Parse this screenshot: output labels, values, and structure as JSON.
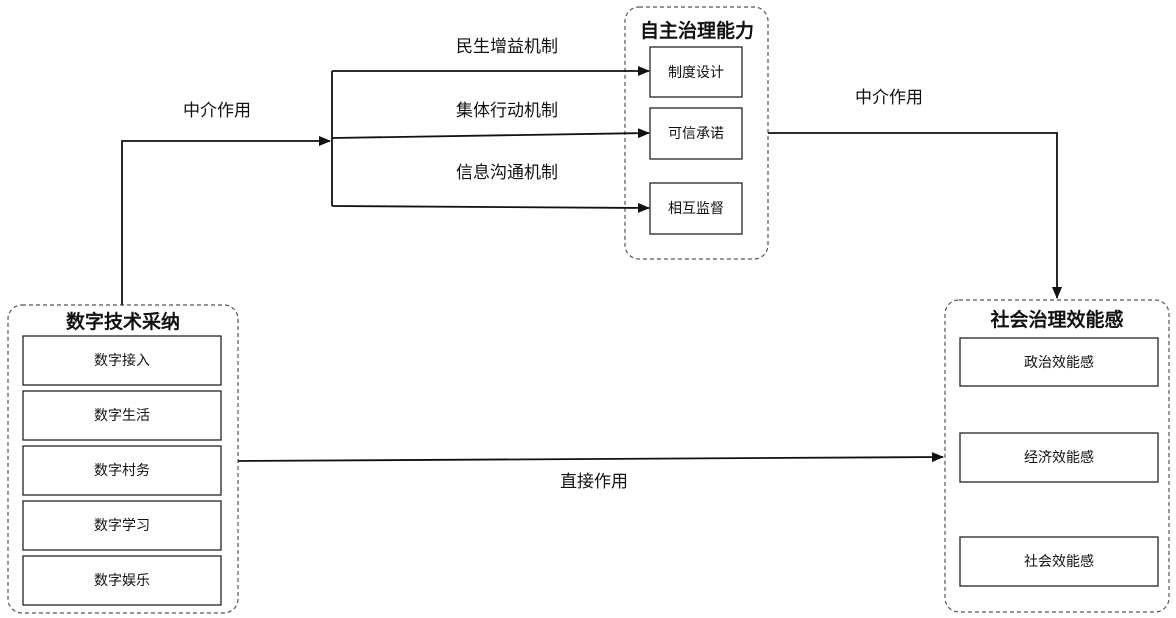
{
  "groups": {
    "adoption": {
      "title": "数字技术采纳",
      "items": [
        "数字接入",
        "数字生活",
        "数字村务",
        "数字学习",
        "数字娱乐"
      ]
    },
    "autonomy": {
      "title": "自主治理能力",
      "items": [
        "制度设计",
        "可信承诺",
        "相互监督"
      ]
    },
    "efficacy": {
      "title": "社会治理效能感",
      "items": [
        "政治效能感",
        "经济效能感",
        "社会效能感"
      ]
    }
  },
  "mechanisms": [
    "民生增益机制",
    "集体行动机制",
    "信息沟通机制"
  ],
  "edge_labels": {
    "mediation_left": "中介作用",
    "mediation_right": "中介作用",
    "direct": "直接作用"
  }
}
